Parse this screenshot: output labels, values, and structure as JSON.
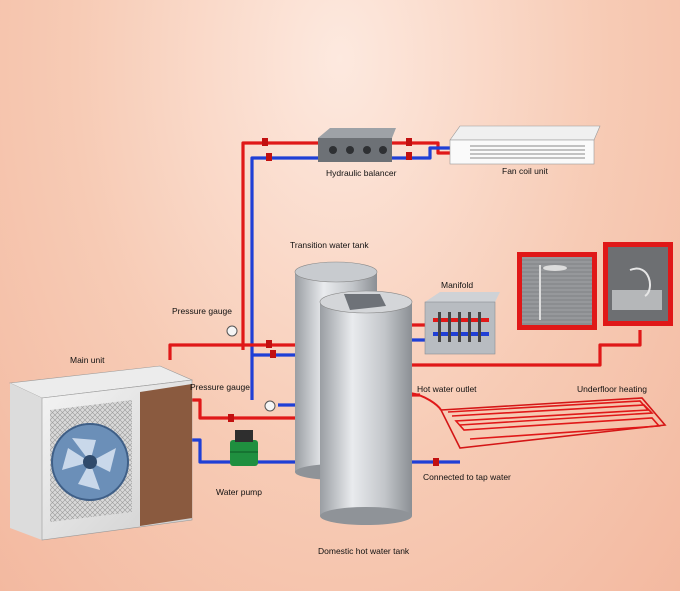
{
  "labels": {
    "hydraulic_balancer": "Hydraulic balancer",
    "fan_coil_unit": "Fan coil unit",
    "transition_water_tank": "Transition water tank",
    "manifold": "Manifold",
    "pressure_gauge_upper": "Pressure gauge",
    "pressure_gauge_lower": "Pressure gauge",
    "main_unit": "Main unit",
    "hot_water_outlet": "Hot water outlet",
    "underfloor_heating": "Underfloor heating",
    "connected_to_tap_water": "Connected to tap water",
    "water_pump": "Water pump",
    "domestic_hot_water_tank": "Domestic hot water tank"
  },
  "colors": {
    "hot_pipe": "#e01818",
    "cold_pipe": "#1f3fd6",
    "background": "#f7cbb5"
  }
}
